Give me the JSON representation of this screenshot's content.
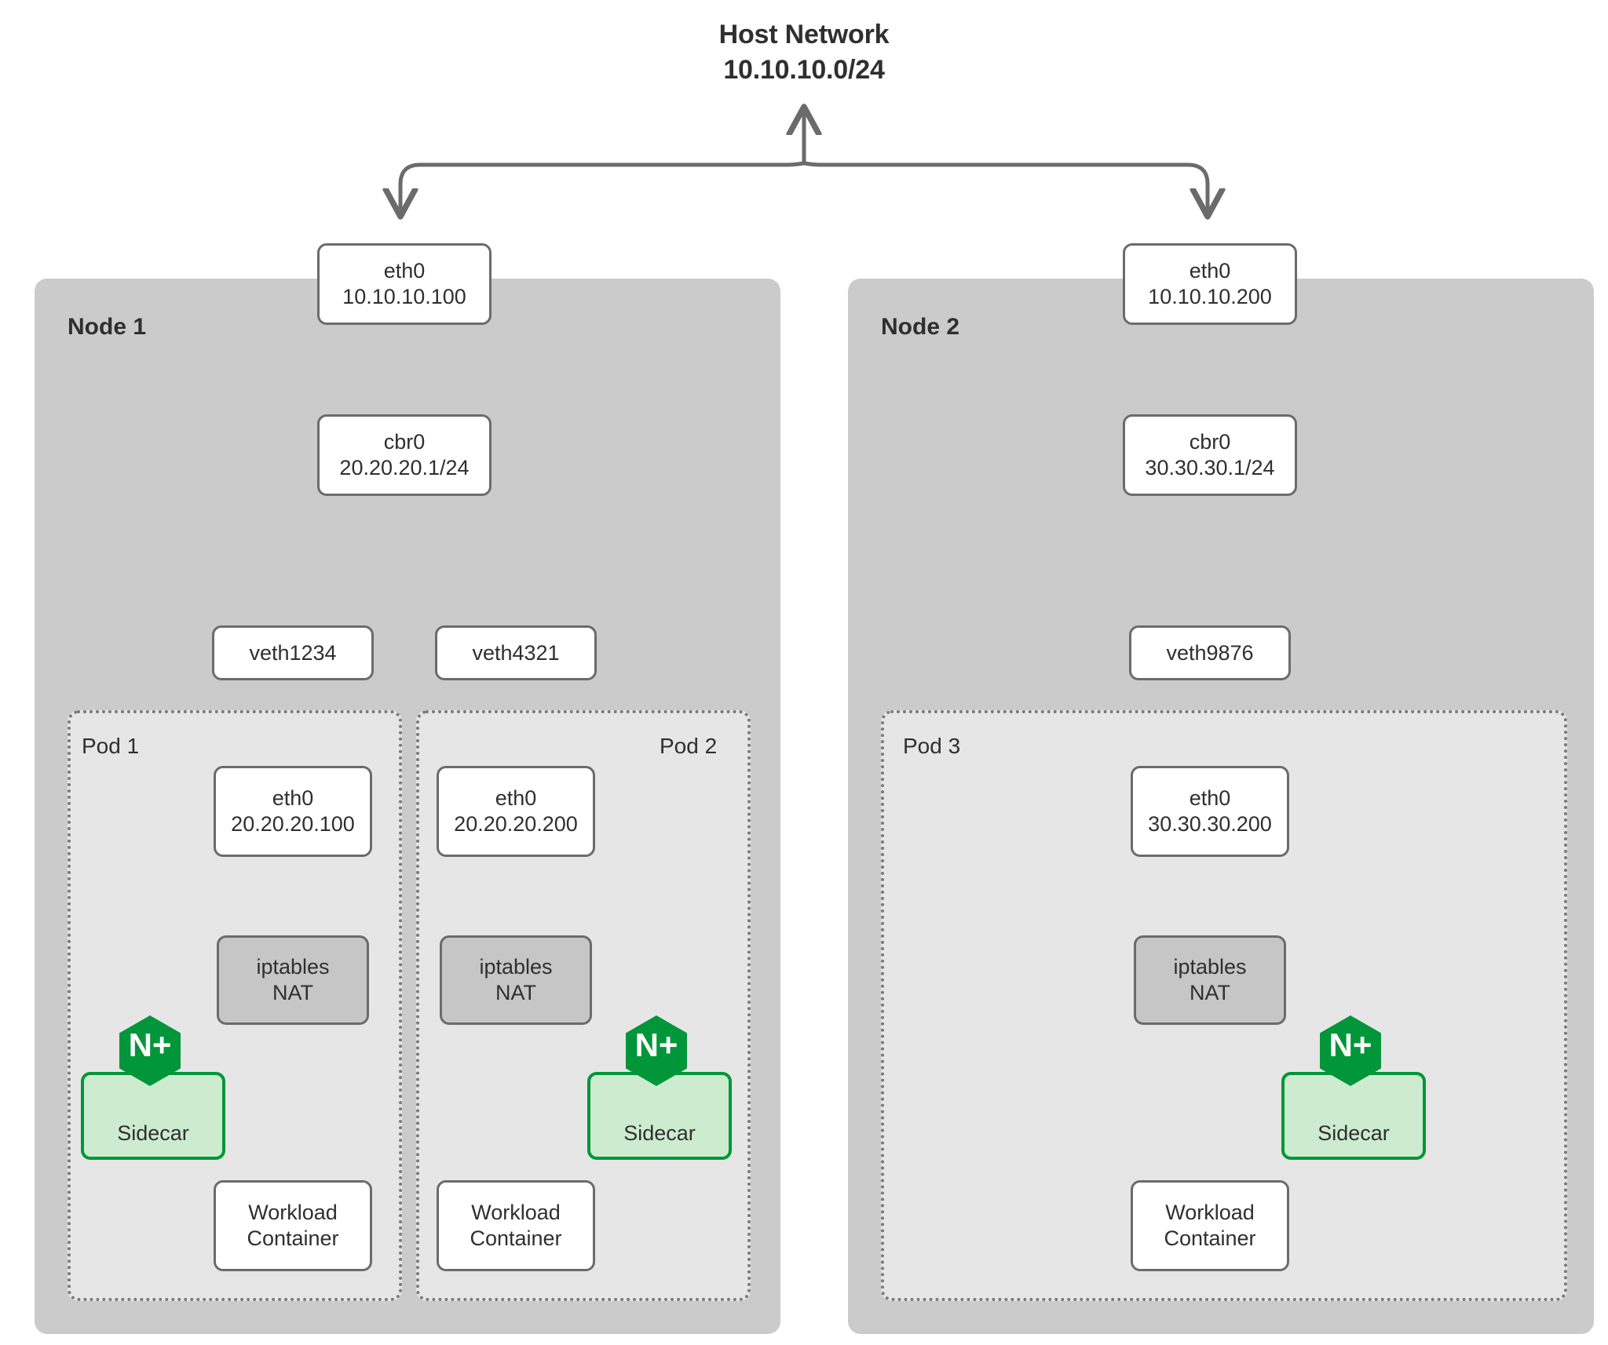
{
  "diagram": {
    "title_line1": "Host Network",
    "title_line2": "10.10.10.0/24",
    "accent_green": "#009639",
    "sidecar_fill": "#cdeccf",
    "node_fill": "#cbcbcb",
    "pod_fill": "#e6e6e6",
    "box_stroke": "#6b6b6b",
    "iptables_fill": "#c6c6c6"
  },
  "nodes": [
    {
      "label": "Node 1",
      "eth0": {
        "name": "eth0",
        "ip": "10.10.10.100"
      },
      "bridge": {
        "name": "cbr0",
        "ip": "20.20.20.1/24"
      },
      "veths": [
        "veth1234",
        "veth4321"
      ],
      "pods": [
        {
          "label": "Pod 1",
          "eth0": {
            "name": "eth0",
            "ip": "20.20.20.100"
          },
          "iptables": {
            "line1": "iptables",
            "line2": "NAT"
          },
          "sidecar": {
            "label": "Sidecar",
            "logo": "N+"
          },
          "workload": {
            "line1": "Workload",
            "line2": "Container"
          },
          "sidecar_side": "left",
          "label_side": "left"
        },
        {
          "label": "Pod 2",
          "eth0": {
            "name": "eth0",
            "ip": "20.20.20.200"
          },
          "iptables": {
            "line1": "iptables",
            "line2": "NAT"
          },
          "sidecar": {
            "label": "Sidecar",
            "logo": "N+"
          },
          "workload": {
            "line1": "Workload",
            "line2": "Container"
          },
          "sidecar_side": "right",
          "label_side": "right"
        }
      ]
    },
    {
      "label": "Node 2",
      "eth0": {
        "name": "eth0",
        "ip": "10.10.10.200"
      },
      "bridge": {
        "name": "cbr0",
        "ip": "30.30.30.1/24"
      },
      "veths": [
        "veth9876"
      ],
      "pods": [
        {
          "label": "Pod 3",
          "eth0": {
            "name": "eth0",
            "ip": "30.30.30.200"
          },
          "iptables": {
            "line1": "iptables",
            "line2": "NAT"
          },
          "sidecar": {
            "label": "Sidecar",
            "logo": "N+"
          },
          "workload": {
            "line1": "Workload",
            "line2": "Container"
          },
          "sidecar_side": "right",
          "label_side": "left"
        }
      ]
    }
  ]
}
